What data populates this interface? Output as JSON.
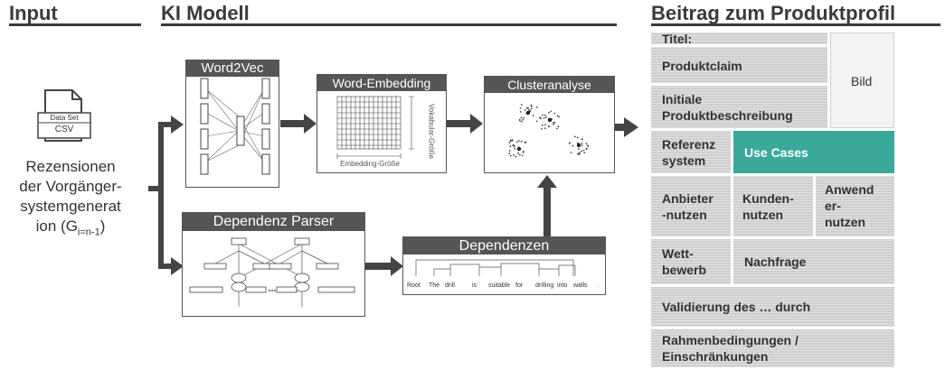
{
  "sections": {
    "input": "Input",
    "model": "KI Modell",
    "profile": "Beitrag zum Produktprofil"
  },
  "input": {
    "doc_line1": "Data Set",
    "doc_line2": "CSV",
    "text_lines": [
      "Rezensionen",
      "der Vorgänger-",
      "systemgenerat"
    ],
    "text_last_prefix": "ion (G",
    "text_last_sub": "i=n-1",
    "text_last_suffix": ")"
  },
  "model": {
    "word2vec": {
      "title": "Word2Vec"
    },
    "embedding": {
      "title": "Word-Embedding",
      "x_axis": "Embedding-Größe",
      "y_axis": "Vokabular-Größe"
    },
    "cluster": {
      "title": "Clusteranalyse"
    },
    "parser": {
      "title": "Dependenz Parser"
    },
    "dependencies": {
      "title": "Dependenzen",
      "words": [
        "Root",
        "The",
        "drill",
        "is",
        "suitable",
        "for",
        "drilling",
        "into",
        "walls",
        "."
      ]
    }
  },
  "profile": {
    "titel": "Titel:",
    "bild": "Bild",
    "produktclaim": "Produktclaim",
    "beschreibung_1": "Initiale",
    "beschreibung_2": "Produktbeschreibung",
    "referenz_1": "Referenz",
    "referenz_2": "system",
    "use_cases": "Use Cases",
    "anbieter_1": "Anbieter",
    "anbieter_2": "-nutzen",
    "kunden_1": "Kunden-",
    "kunden_2": "nutzen",
    "anwender_1": "Anwend",
    "anwender_2": "er-",
    "anwender_3": "nutzen",
    "wettbewerb_1": "Wett-",
    "wettbewerb_2": "bewerb",
    "nachfrage": "Nachfrage",
    "validierung": "Validierung des … durch",
    "rahmen_1": "Rahmenbedingungen /",
    "rahmen_2": "Einschränkungen"
  },
  "colors": {
    "dark": "#3a3a3a",
    "panel_title": "#555555",
    "box_gray": "#d0d0d0",
    "teal": "#3aa99a"
  }
}
